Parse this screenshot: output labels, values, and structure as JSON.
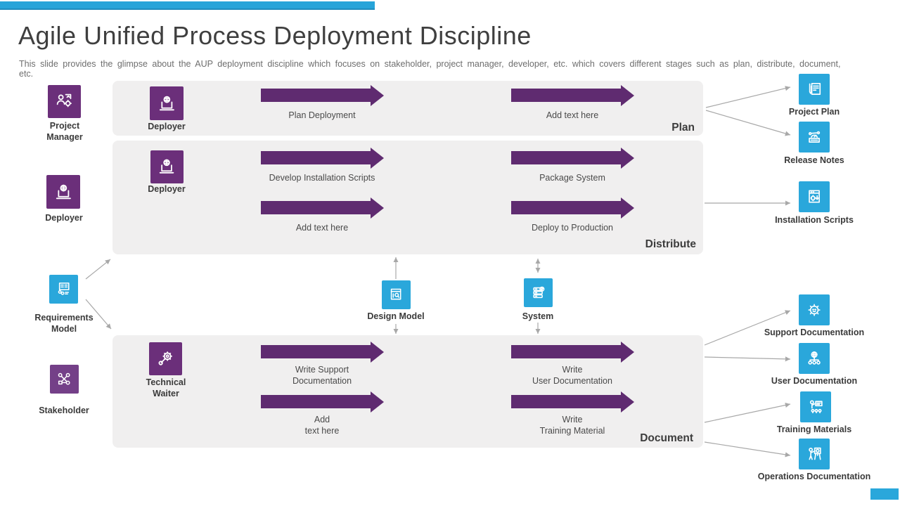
{
  "slide": {
    "title": "Agile Unified Process Deployment Discipline",
    "subtitle": "This slide provides the glimpse about the AUP deployment discipline which focuses on stakeholder, project manager, developer, etc. which covers different stages such as plan, distribute, document, etc.",
    "accent_color": "#27a4d9"
  },
  "colors": {
    "purple_icon": "#6b2f7a",
    "purple_arrow": "#5f2b70",
    "blue_icon": "#2aa7db",
    "lane_background": "#f0efef",
    "connector_gray": "#a8a8a8"
  },
  "left_actors": [
    {
      "label": "Project\nManager",
      "icon": "project-manager-icon"
    },
    {
      "label": "Deployer",
      "icon": "deployer-icon"
    },
    {
      "label": "Requirements\nModel",
      "icon": "requirements-model-icon"
    },
    {
      "label": "Stakeholder",
      "icon": "stakeholder-icon"
    }
  ],
  "lanes": [
    {
      "label": "Plan",
      "actor": "Deployer",
      "tasks": [
        "Plan Deployment",
        "Add text here"
      ]
    },
    {
      "label": "Distribute",
      "actor": "Deployer",
      "tasks": [
        "Develop Installation Scripts",
        "Package System",
        "Add text here",
        "Deploy to Production"
      ]
    },
    {
      "label": "Document",
      "actor": "Technical\nWaiter",
      "tasks": [
        "Write Support\nDocumentation",
        "Write\nUser Documentation",
        "Add\ntext here",
        "Write\nTraining Material"
      ]
    }
  ],
  "middle_nodes": [
    {
      "label": "Design Model",
      "icon": "design-model-icon"
    },
    {
      "label": "System",
      "icon": "system-icon"
    }
  ],
  "outputs": [
    {
      "label": "Project Plan",
      "icon": "project-plan-icon"
    },
    {
      "label": "Release Notes",
      "icon": "release-notes-icon"
    },
    {
      "label": "Installation  Scripts",
      "icon": "installation-scripts-icon"
    },
    {
      "label": "Support Documentation",
      "icon": "support-documentation-icon"
    },
    {
      "label": "User Documentation",
      "icon": "user-documentation-icon"
    },
    {
      "label": "Training Materials",
      "icon": "training-materials-icon"
    },
    {
      "label": "Operations Documentation",
      "icon": "operations-documentation-icon"
    }
  ]
}
